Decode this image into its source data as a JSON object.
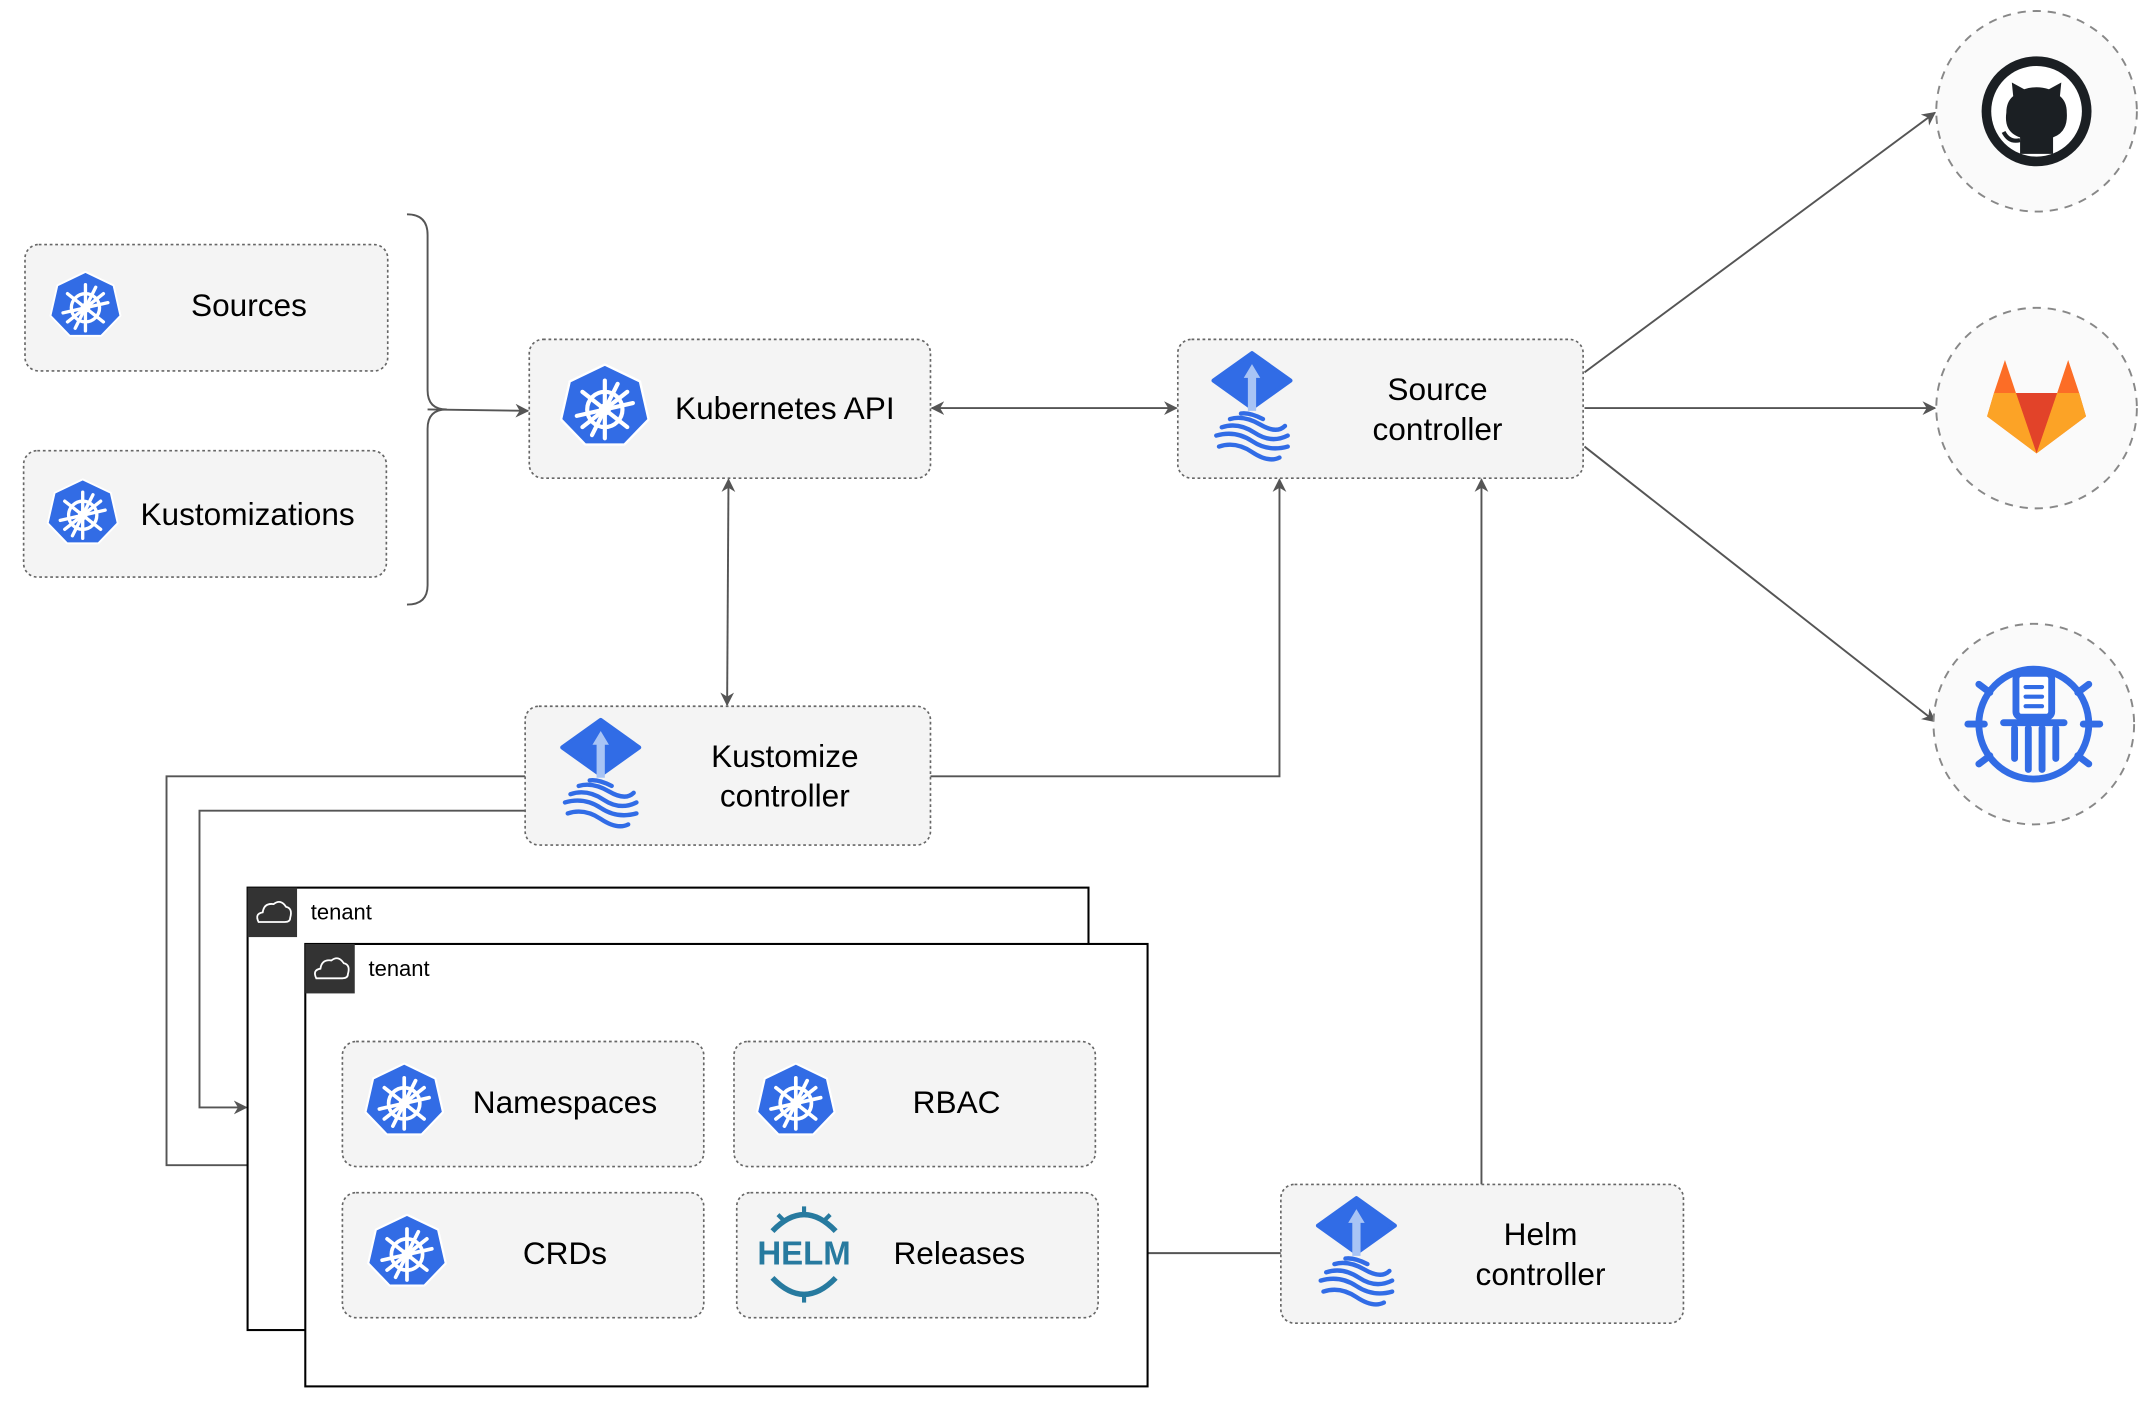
{
  "nodes": {
    "sources": "Sources",
    "kustomizations": "Kustomizations",
    "kubernetes_api": "Kubernetes API",
    "source_controller": [
      "Source",
      "controller"
    ],
    "kustomize_controller": [
      "Kustomize",
      "controller"
    ],
    "helm_controller": [
      "Helm",
      "controller"
    ],
    "namespaces": "Namespaces",
    "rbac": "RBAC",
    "crds": "CRDs",
    "releases": "Releases"
  },
  "tenants": [
    "tenant",
    "tenant"
  ],
  "logos": {
    "helm": "HELM"
  },
  "external_sources": [
    "github-icon",
    "gitlab-icon",
    "bucket-icon"
  ],
  "colors": {
    "k8s_blue": "#326ce5",
    "flux_blue": "#316ce6",
    "helm_blue": "#277a9f",
    "gitlab_orange": "#e24329",
    "github_dark": "#1b1f23"
  }
}
